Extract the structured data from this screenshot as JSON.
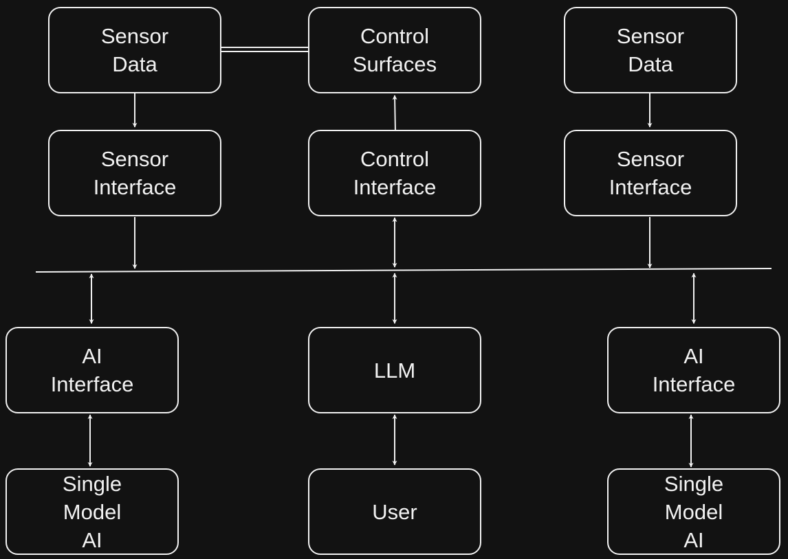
{
  "nodes": {
    "sensor_data_left": [
      "Sensor",
      "Data"
    ],
    "control_surfaces": [
      "Control",
      "Surfaces"
    ],
    "sensor_data_right": [
      "Sensor",
      "Data"
    ],
    "sensor_interface_left": [
      "Sensor",
      "Interface"
    ],
    "control_interface": [
      "Control",
      "Interface"
    ],
    "sensor_interface_right": [
      "Sensor",
      "Interface"
    ],
    "ai_interface_left": [
      "AI",
      "Interface"
    ],
    "llm": [
      "LLM"
    ],
    "ai_interface_right": [
      "AI",
      "Interface"
    ],
    "single_model_ai_left": [
      "Single",
      "Model",
      "AI"
    ],
    "user": [
      "User"
    ],
    "single_model_ai_right": [
      "Single",
      "Model",
      "AI"
    ]
  },
  "colors": {
    "background": "#121212",
    "stroke": "#f2f2f2",
    "text": "#f2f2f2"
  }
}
